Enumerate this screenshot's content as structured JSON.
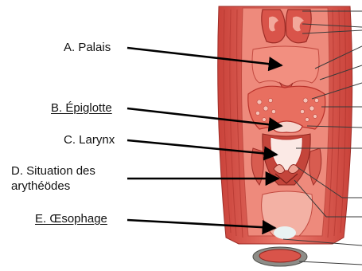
{
  "labels": {
    "a": "A. Palais",
    "b": "B. Épiglotte",
    "c": "C. Larynx",
    "d_line1": "D. Situation des",
    "d_line2": "arythéödes",
    "e": "E. Œsophage"
  },
  "colors": {
    "tissue": "#e5685c",
    "tissue_dark": "#b8322b",
    "tissue_light": "#f4a397",
    "mucosa": "#f7c4b8",
    "lumen": "#f1f4f2",
    "arrow": "#000000",
    "leader": "#3a3a3a"
  }
}
